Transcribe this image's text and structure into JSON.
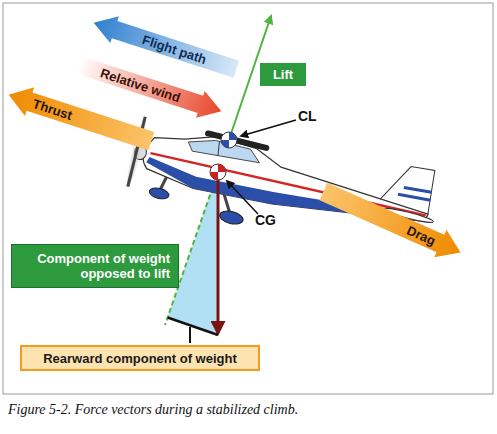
{
  "diagram": {
    "caption": "Figure 5-2. Force vectors during a stabilized climb.",
    "nodes": [
      {
        "text": [
          "Flight path"
        ]
      },
      {
        "text": [
          "Relative wind"
        ]
      },
      {
        "text": [
          "Lift"
        ]
      },
      {
        "text": [
          "Thrust"
        ]
      },
      {
        "text": [
          "Drag"
        ]
      },
      {
        "text": [
          "Component of weight opposed to lift"
        ]
      },
      {
        "text": [
          "Rearward component of weight"
        ]
      }
    ],
    "labels": [
      "CL",
      "CG"
    ]
  }
}
